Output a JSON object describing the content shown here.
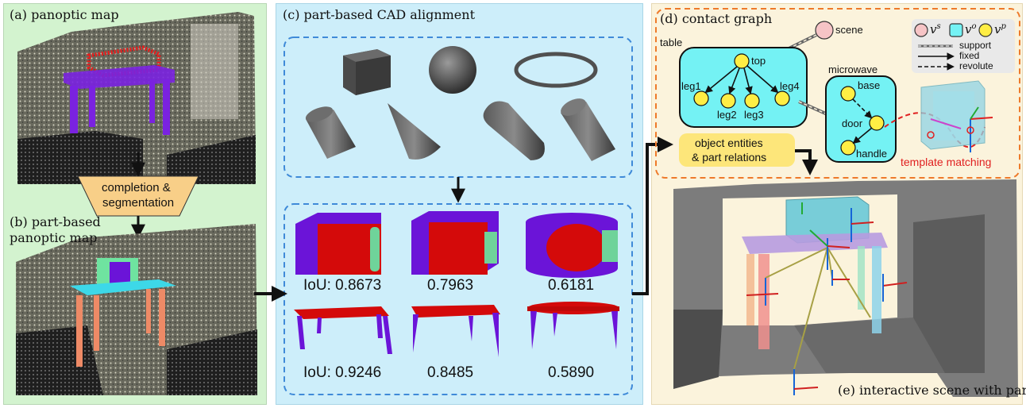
{
  "panel_a": {
    "title": "(a) panoptic map"
  },
  "process_box": {
    "line1": "completion &",
    "line2": "segmentation"
  },
  "panel_b": {
    "title_line1": "(b) part-based",
    "title_line2": "panoptic map"
  },
  "panel_c": {
    "title": "(c) part-based CAD alignment",
    "iou_row1": [
      "IoU: 0.8673",
      "0.7963",
      "0.6181"
    ],
    "iou_row2": [
      "IoU: 0.9246",
      "0.8485",
      "0.5890"
    ]
  },
  "panel_d": {
    "title": "(d) contact graph",
    "scene_label": "scene",
    "table_label": "table",
    "table_nodes": [
      "top",
      "leg1",
      "leg2",
      "leg3",
      "leg4"
    ],
    "microwave_label": "microwave",
    "microwave_nodes": [
      "base",
      "door",
      "handle"
    ],
    "legend": {
      "vs": "v",
      "vs_sup": "s",
      "vo": "v",
      "vo_sup": "o",
      "vp": "v",
      "vp_sup": "p",
      "support": "support",
      "fixed": "fixed",
      "revolute": "revolute"
    },
    "template_matching": "template matching",
    "entities_line1": "object entities",
    "entities_line2": "& part relations"
  },
  "panel_e": {
    "title": "(e) interactive scene with parts"
  },
  "colors": {
    "panel_ab_bg": "#d3f3cf",
    "panel_c_bg": "#cdeefa",
    "panel_de_bg": "#fbf3dc",
    "dashed_blue": "#3f8ad8",
    "dashed_orange": "#ee7a2a",
    "node_yellow": "#ffee44",
    "object_cyan": "#74f2f4",
    "scene_pink": "#f6c4c6",
    "process_box": "#f8cf88",
    "entities_box": "#fde67a",
    "part_red": "#d40a0a",
    "part_purple": "#6b14d8",
    "part_green": "#6fd39a",
    "template_red": "#e02020"
  }
}
